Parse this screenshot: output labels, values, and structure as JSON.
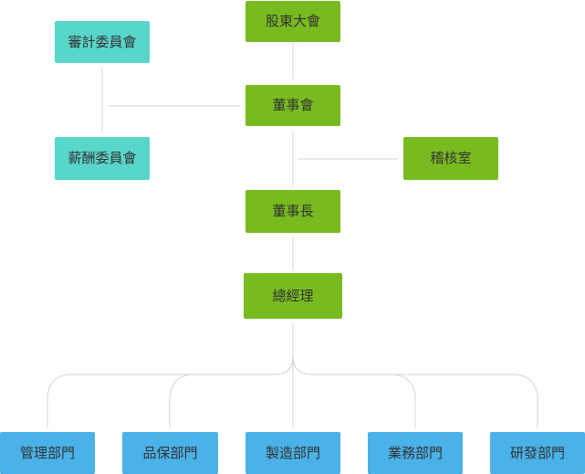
{
  "nodes": {
    "shareholders": "股東大會",
    "board": "董事會",
    "chairman": "董事長",
    "general_manager": "總經理",
    "audit_office": "稽核室",
    "audit_committee": "審計委員會",
    "compensation_committee": "薪酬委員會"
  },
  "departments": [
    "管理部門",
    "品保部門",
    "製造部門",
    "業務部門",
    "研發部門"
  ],
  "colors": {
    "green": "#78bb1f",
    "teal": "#58d6c9",
    "blue": "#4ab2e8",
    "connector": "#d6d6d6"
  }
}
